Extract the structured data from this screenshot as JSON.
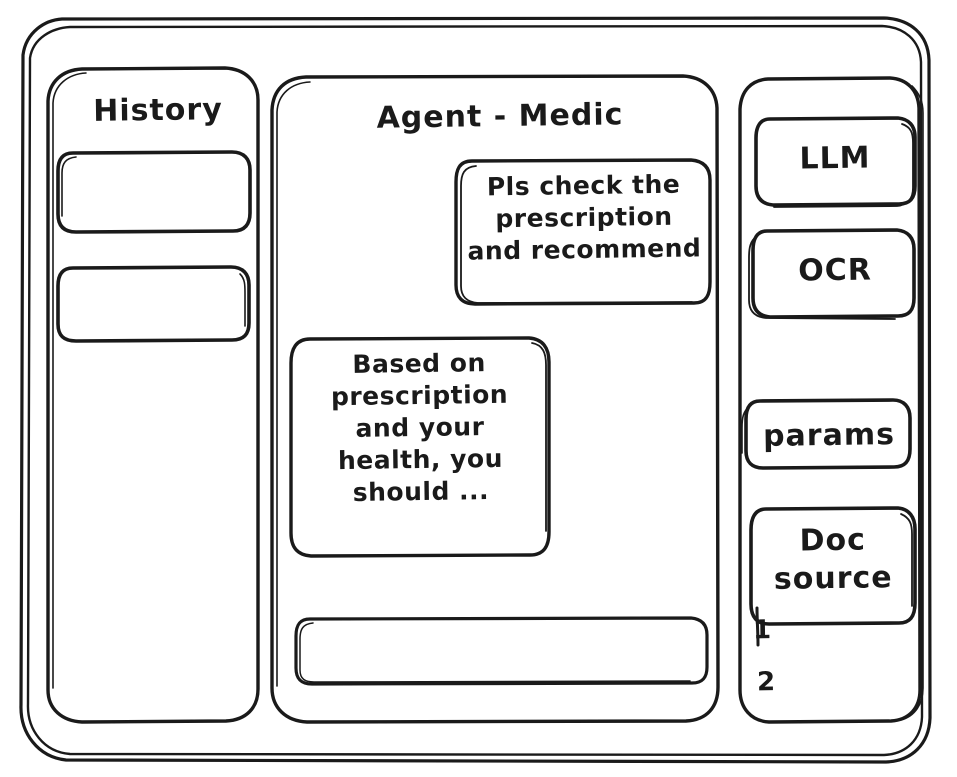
{
  "window": {
    "name": "agent-app-wireframe"
  },
  "sidebar": {
    "title": "History",
    "items": [
      {
        "label": ""
      },
      {
        "label": ""
      }
    ]
  },
  "main": {
    "title": "Agent - Medic",
    "messages": [
      {
        "role": "user",
        "text": "Pls check the\nprescription\nand recommend"
      },
      {
        "role": "assistant",
        "text": "Based on\nprescription\nand your\nhealth, you\nshould ..."
      }
    ],
    "composer": {
      "value": "",
      "placeholder": ""
    }
  },
  "tools": {
    "buttons": [
      {
        "label": "LLM"
      },
      {
        "label": "OCR"
      },
      {
        "label": "params"
      },
      {
        "label": "Doc\nsource"
      }
    ],
    "doc_list": [
      {
        "label": "1"
      },
      {
        "label": "2"
      }
    ]
  },
  "style": {
    "stroke": "#1a1a1a",
    "background": "#ffffff"
  }
}
